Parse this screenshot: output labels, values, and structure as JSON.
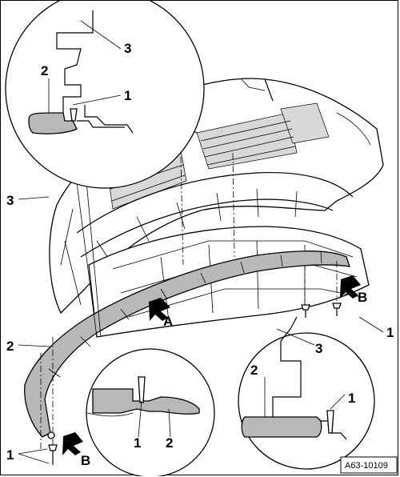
{
  "figure_ref": "A63-10109",
  "callouts": {
    "tl_item_3": "3",
    "tl_item_2": "2",
    "tl_item_1": "1",
    "left_item_3": "3",
    "left_item_2": "2",
    "bl_item_1": "1",
    "bl_arrow_b": "B",
    "mid_arrow_a": "A",
    "mid_detail_1": "1",
    "mid_detail_2": "2",
    "right_arrow_b": "B",
    "right_item_1": "1",
    "rd_item_3": "3",
    "rd_item_2": "2",
    "rd_item_1": "1"
  }
}
